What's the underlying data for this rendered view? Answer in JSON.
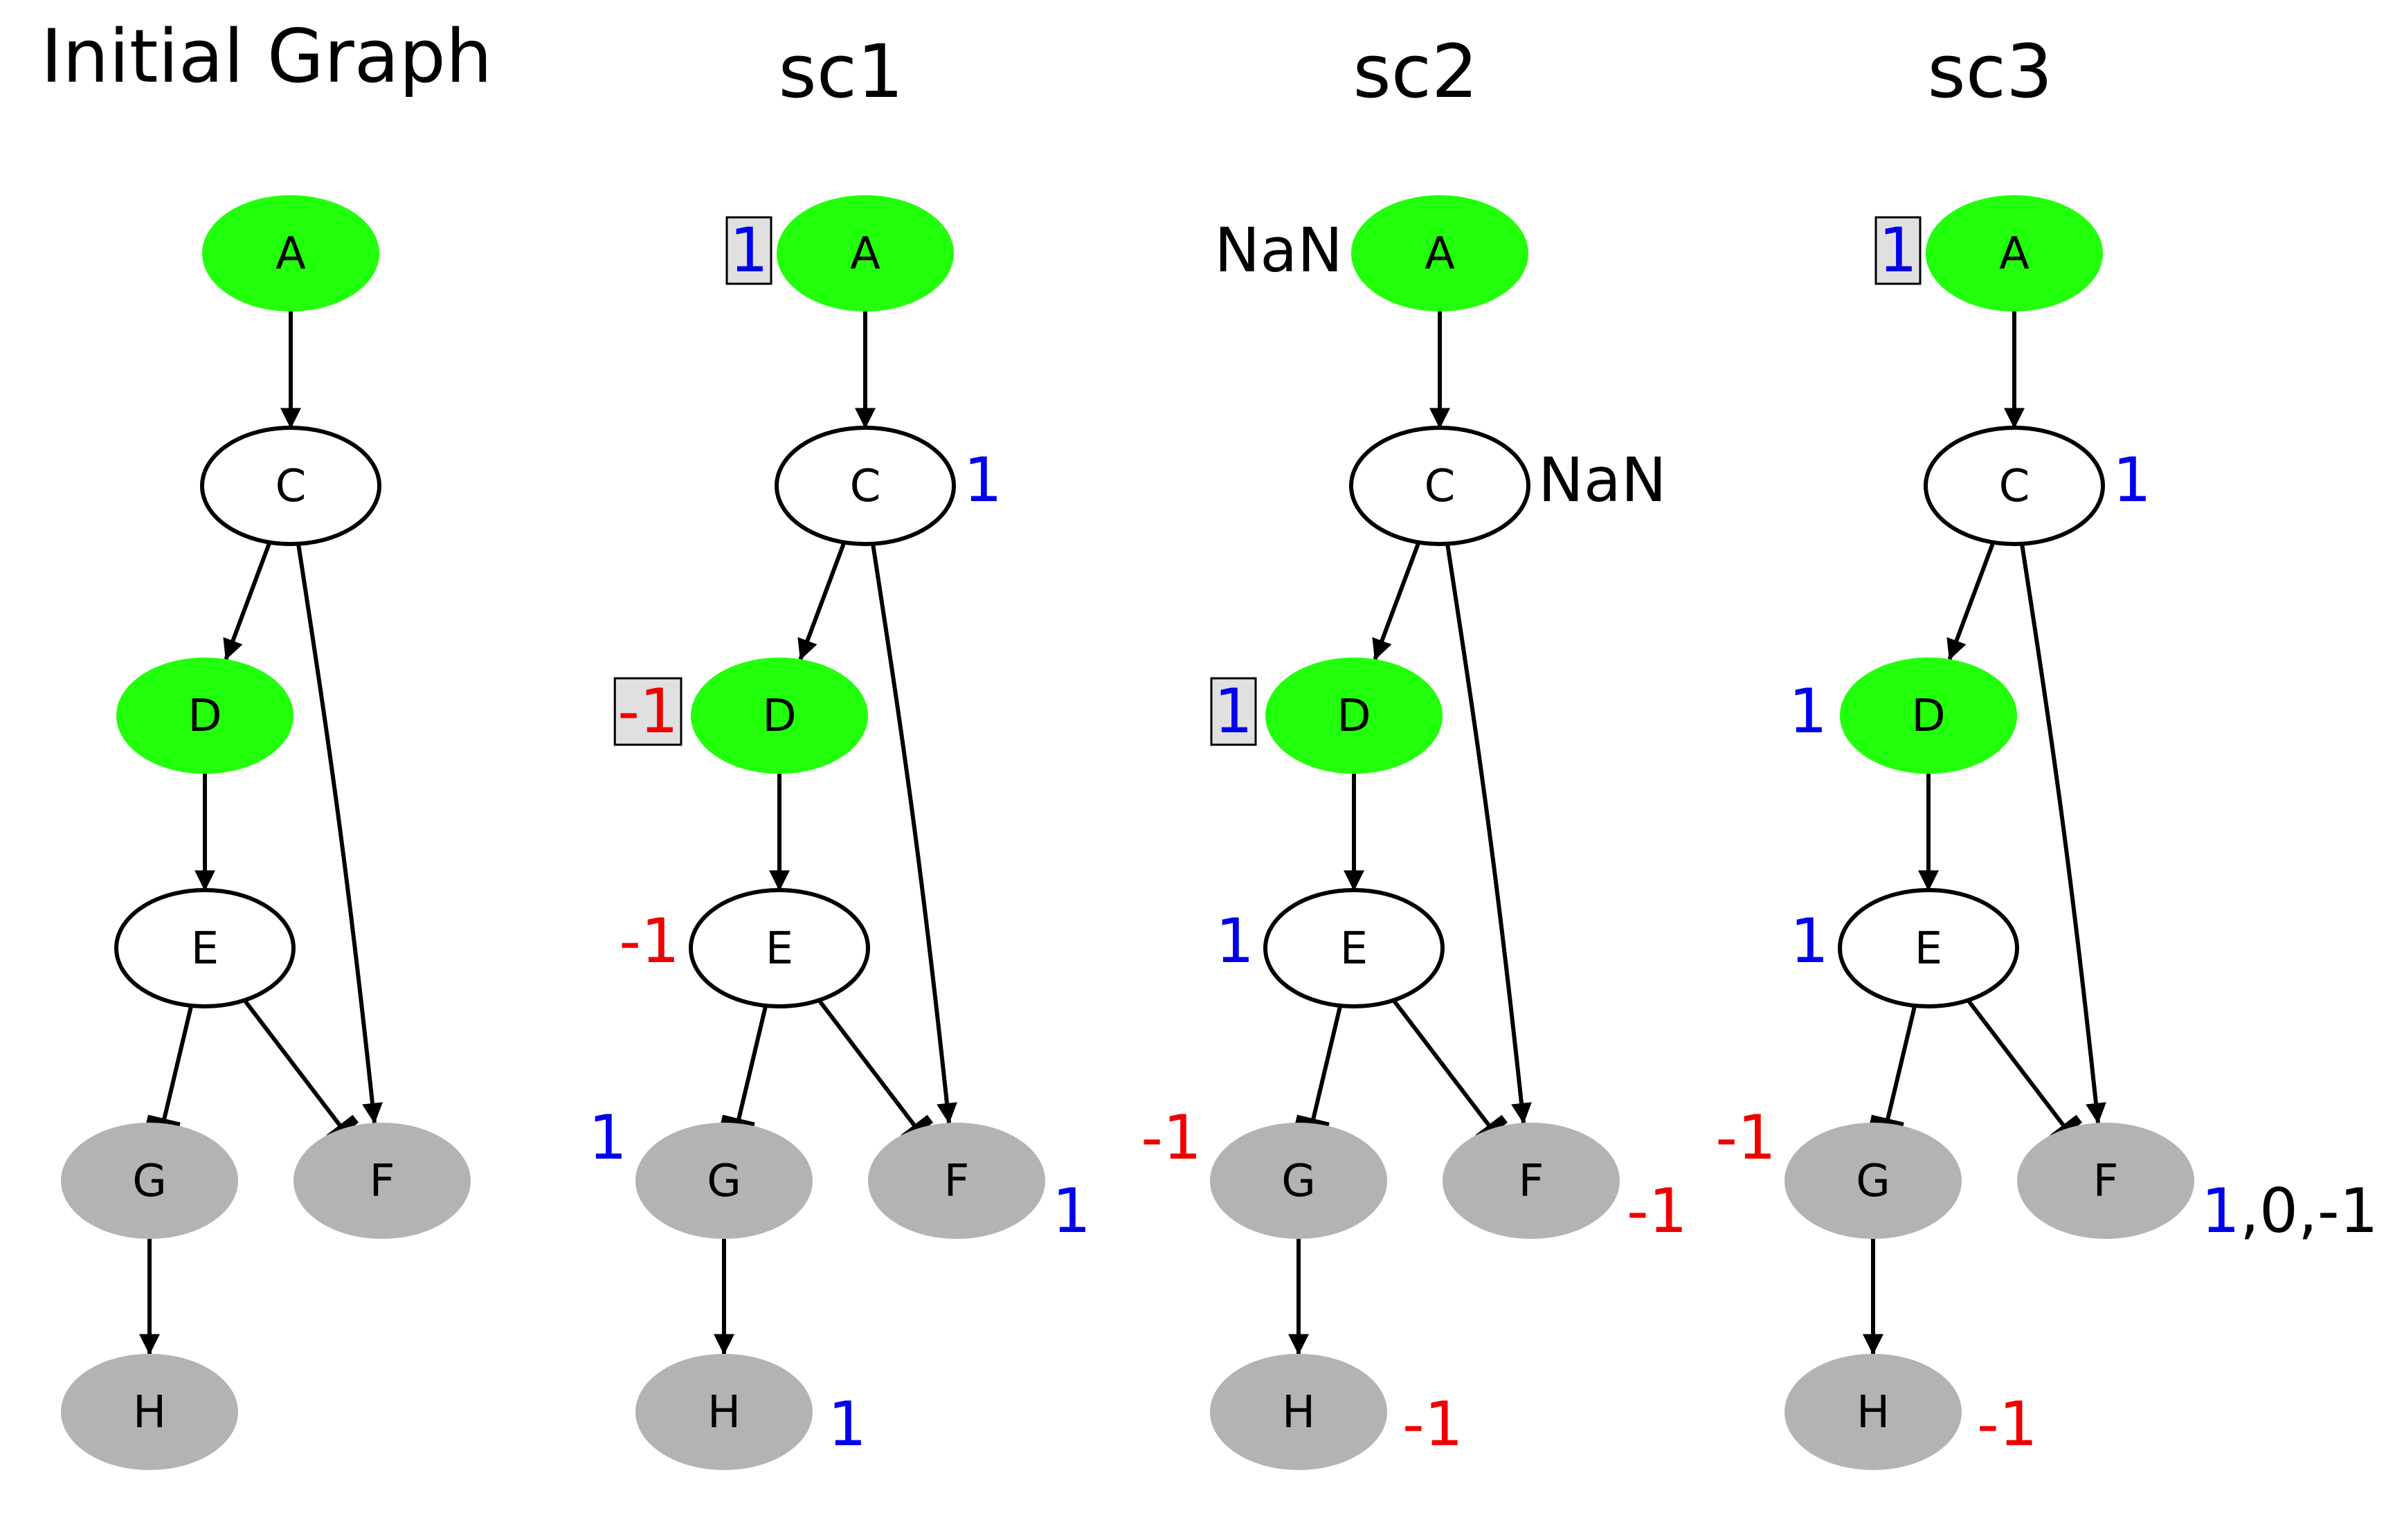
{
  "colors": {
    "input": "#22ff0a",
    "plain": "#ffffff",
    "output": "#b3b3b3",
    "positive": "#0000ee",
    "negative": "#ee0000",
    "neutral": "#000000",
    "fixed_box": "#e0e0e0"
  },
  "panels": [
    {
      "id": "initial",
      "title": "Initial Graph",
      "annotations": {}
    },
    {
      "id": "sc1",
      "title": "sc1",
      "annotations": {
        "A": {
          "parts": [
            {
              "text": "1",
              "sign": "positive"
            }
          ],
          "boxed": true
        },
        "C": {
          "parts": [
            {
              "text": "1",
              "sign": "positive"
            }
          ]
        },
        "D": {
          "parts": [
            {
              "text": "-1",
              "sign": "negative"
            }
          ],
          "boxed": true
        },
        "E": {
          "parts": [
            {
              "text": "-1",
              "sign": "negative"
            }
          ]
        },
        "G": {
          "parts": [
            {
              "text": "1",
              "sign": "positive"
            }
          ]
        },
        "F": {
          "parts": [
            {
              "text": "1",
              "sign": "positive"
            }
          ]
        },
        "H": {
          "parts": [
            {
              "text": "1",
              "sign": "positive"
            }
          ]
        }
      }
    },
    {
      "id": "sc2",
      "title": "sc2",
      "annotations": {
        "A": {
          "parts": [
            {
              "text": "NaN",
              "sign": "neutral"
            }
          ]
        },
        "C": {
          "parts": [
            {
              "text": "NaN",
              "sign": "neutral"
            }
          ]
        },
        "D": {
          "parts": [
            {
              "text": "1",
              "sign": "positive"
            }
          ],
          "boxed": true
        },
        "E": {
          "parts": [
            {
              "text": "1",
              "sign": "positive"
            }
          ]
        },
        "G": {
          "parts": [
            {
              "text": "-1",
              "sign": "negative"
            }
          ]
        },
        "F": {
          "parts": [
            {
              "text": "-1",
              "sign": "negative"
            }
          ]
        },
        "H": {
          "parts": [
            {
              "text": "-1",
              "sign": "negative"
            }
          ]
        }
      }
    },
    {
      "id": "sc3",
      "title": "sc3",
      "annotations": {
        "A": {
          "parts": [
            {
              "text": "1",
              "sign": "positive"
            }
          ],
          "boxed": true
        },
        "C": {
          "parts": [
            {
              "text": "1",
              "sign": "positive"
            }
          ]
        },
        "D": {
          "parts": [
            {
              "text": "1",
              "sign": "positive"
            }
          ]
        },
        "E": {
          "parts": [
            {
              "text": "1",
              "sign": "positive"
            }
          ]
        },
        "G": {
          "parts": [
            {
              "text": "-1",
              "sign": "negative"
            }
          ]
        },
        "F": {
          "parts": [
            {
              "text": "1",
              "sign": "positive"
            },
            {
              "text": ",0,-1",
              "sign": "neutral"
            }
          ]
        },
        "H": {
          "parts": [
            {
              "text": "-1",
              "sign": "negative"
            }
          ]
        }
      }
    }
  ],
  "nodes": [
    {
      "id": "A",
      "label": "A",
      "kind": "input"
    },
    {
      "id": "C",
      "label": "C",
      "kind": "plain"
    },
    {
      "id": "D",
      "label": "D",
      "kind": "input"
    },
    {
      "id": "E",
      "label": "E",
      "kind": "plain"
    },
    {
      "id": "G",
      "label": "G",
      "kind": "output"
    },
    {
      "id": "F",
      "label": "F",
      "kind": "output"
    },
    {
      "id": "H",
      "label": "H",
      "kind": "output"
    }
  ],
  "edges": [
    {
      "from": "A",
      "to": "C",
      "type": "activation"
    },
    {
      "from": "C",
      "to": "D",
      "type": "activation"
    },
    {
      "from": "C",
      "to": "F",
      "type": "activation"
    },
    {
      "from": "D",
      "to": "E",
      "type": "activation"
    },
    {
      "from": "E",
      "to": "G",
      "type": "inhibition"
    },
    {
      "from": "E",
      "to": "F",
      "type": "inhibition"
    },
    {
      "from": "G",
      "to": "H",
      "type": "activation"
    }
  ]
}
